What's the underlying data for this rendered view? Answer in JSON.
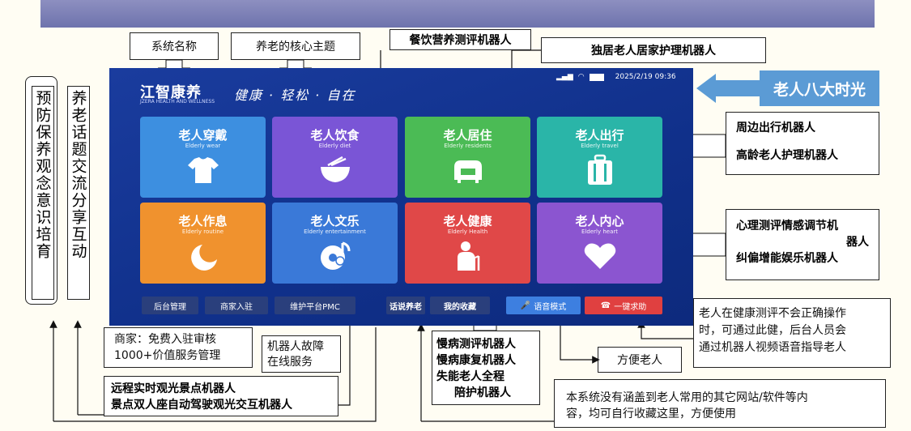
{
  "screen": {
    "logo": "江智康养",
    "logo_sub": "JZERA HEALTH AND WELLNESS",
    "slogan": "健康 · 轻松 · 自在",
    "datetime": "2025/2/19  09:36",
    "tiles": [
      {
        "title": "老人穿戴",
        "subtitle": "Elderly wear",
        "icon": "tshirt-icon",
        "color": "#3d8fe0"
      },
      {
        "title": "老人饮食",
        "subtitle": "Elderly diet",
        "icon": "bowl-icon",
        "color": "#7a55d6"
      },
      {
        "title": "老人居住",
        "subtitle": "Elderly residents",
        "icon": "sofa-icon",
        "color": "#4bbb55"
      },
      {
        "title": "老人出行",
        "subtitle": "Elderly travel",
        "icon": "luggage-icon",
        "color": "#2ab5a8"
      },
      {
        "title": "老人作息",
        "subtitle": "Elderly routine",
        "icon": "moon-icon",
        "color": "#f0922e"
      },
      {
        "title": "老人文乐",
        "subtitle": "Elderly entertainment",
        "icon": "music-disc-icon",
        "color": "#3a79d8"
      },
      {
        "title": "老人健康",
        "subtitle": "Elderly Health",
        "icon": "elder-person-icon",
        "color": "#e04848"
      },
      {
        "title": "老人内心",
        "subtitle": "Elderly heart",
        "icon": "heart-icon",
        "color": "#8b55d0"
      }
    ],
    "bottom_buttons": [
      "后台管理",
      "商家入驻",
      "维护平台PMC",
      "话说养老",
      "我的收藏"
    ],
    "voice_button": "语音模式",
    "sos_button": "一键求助"
  },
  "annotations": {
    "system_name": "系统名称",
    "core_theme": "养老的核心主题",
    "diet_robot": "餐饮营养测评机器人",
    "home_robot": "独居老人居家护理机器人",
    "eight_times": "老人八大时光",
    "travel_robot": "周边出行机器人",
    "elder_care_robot": "高龄老人护理机器人",
    "psych_robot_l1": "心理测评情感调节机",
    "psych_robot_l2": "器人",
    "psych_robot_l3": "纠偏增能娱乐机器人",
    "health_help_l1": "老人在健康测评不会正确操作",
    "health_help_l2": "时，可通过此健，后台人员会",
    "health_help_l3": "通过机器人视频语音指导老人",
    "convenience": "方便老人",
    "not_covered_l1": "本系统没有涵盖到老人常用的其它网站/软件等内",
    "not_covered_l2": "容，均可自行收藏这里，方便使用",
    "chronic_l1": "慢病测评机器人",
    "chronic_l2": "慢病康复机器人",
    "chronic_l3": "失能老人全程",
    "chronic_l4": "陪护机器人",
    "robot_fault_l1": "机器人故障",
    "robot_fault_l2": "在线服务",
    "merchant_l1": "商家：免费入驻审核",
    "merchant_l2": "1000+价值服务管理",
    "sightseeing_l1": "远程实时观光景点机器人",
    "sightseeing_l2": "景点双人座自动驾驶观光交互机器人",
    "prevention": "预防保养观念意识培育",
    "topic_exchange": "养老话题交流分享互动"
  },
  "colors": {
    "screen_bg": "#10308a",
    "eight_times_bg": "#5b9bd5"
  }
}
